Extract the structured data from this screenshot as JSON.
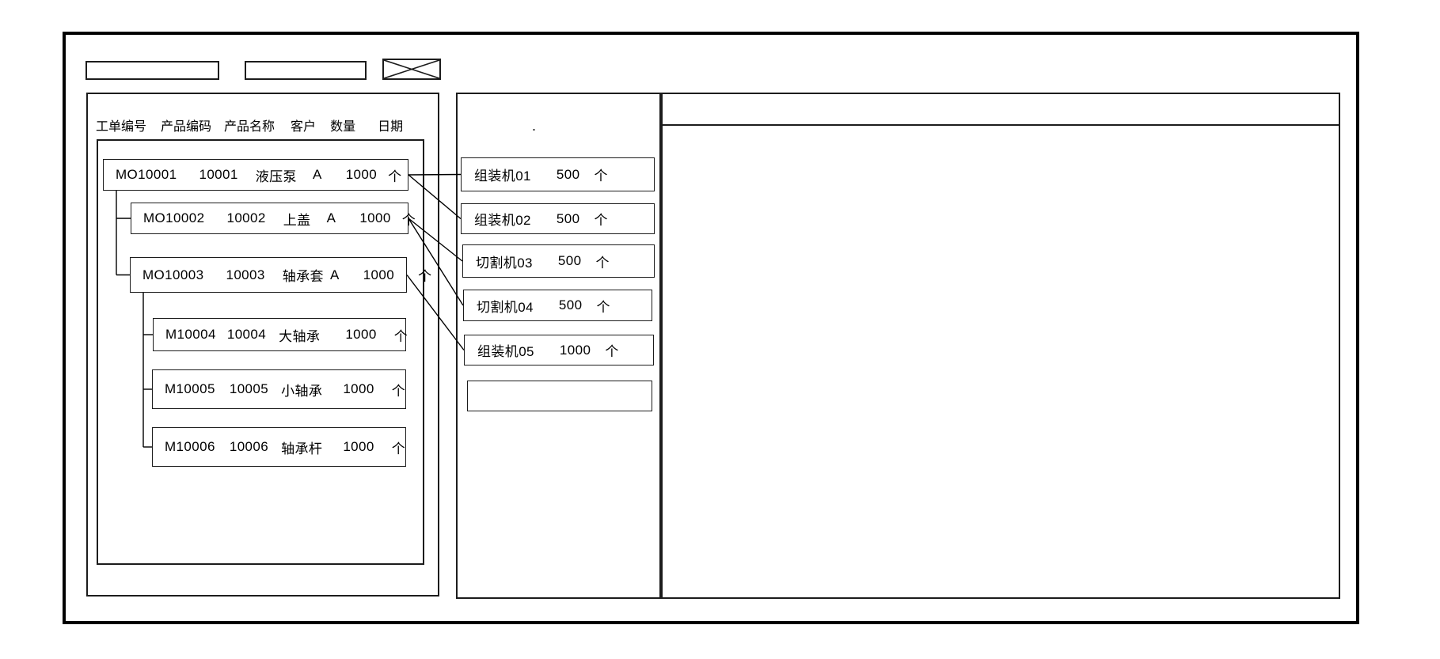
{
  "work_orders": {
    "columns": [
      "工单编号",
      "产品编码",
      "产品名称",
      "客户",
      "数量",
      "日期"
    ],
    "rows": [
      {
        "id": "mo10001",
        "parent": "",
        "order_no": "MO10001",
        "product_code": "10001",
        "product_name": "液压泵",
        "customer": "A",
        "qty": "1000",
        "unit": "个"
      },
      {
        "id": "mo10002",
        "parent": "mo10001",
        "order_no": "MO10002",
        "product_code": "10002",
        "product_name": "上盖",
        "customer": "A",
        "qty": "1000",
        "unit": "个"
      },
      {
        "id": "mo10003",
        "parent": "mo10001",
        "order_no": "MO10003",
        "product_code": "10003",
        "product_name": "轴承套",
        "customer": "A",
        "qty": "1000",
        "unit": "个"
      },
      {
        "id": "m10004",
        "parent": "mo10003",
        "order_no": "M10004",
        "product_code": "10004",
        "product_name": "大轴承",
        "customer": "",
        "qty": "1000",
        "unit": "个"
      },
      {
        "id": "m10005",
        "parent": "mo10003",
        "order_no": "M10005",
        "product_code": "10005",
        "product_name": "小轴承",
        "customer": "",
        "qty": "1000",
        "unit": "个"
      },
      {
        "id": "m10006",
        "parent": "mo10003",
        "order_no": "M10006",
        "product_code": "10006",
        "product_name": "轴承杆",
        "customer": "",
        "qty": "1000",
        "unit": "个"
      }
    ]
  },
  "machines": {
    "stray_mark": ".",
    "slots": [
      {
        "name": "组装机01",
        "qty": "500",
        "unit": "个",
        "source": "mo10001"
      },
      {
        "name": "组装机02",
        "qty": "500",
        "unit": "个",
        "source": "mo10001"
      },
      {
        "name": "切割机03",
        "qty": "500",
        "unit": "个",
        "source": "mo10002"
      },
      {
        "name": "切割机04",
        "qty": "500",
        "unit": "个",
        "source": "mo10002"
      },
      {
        "name": "组装机05",
        "qty": "1000",
        "unit": "个",
        "source": "mo10003"
      },
      {
        "name": "",
        "qty": "",
        "unit": "",
        "source": ""
      }
    ]
  },
  "colors": {
    "line": "#000000",
    "background": "#ffffff"
  }
}
